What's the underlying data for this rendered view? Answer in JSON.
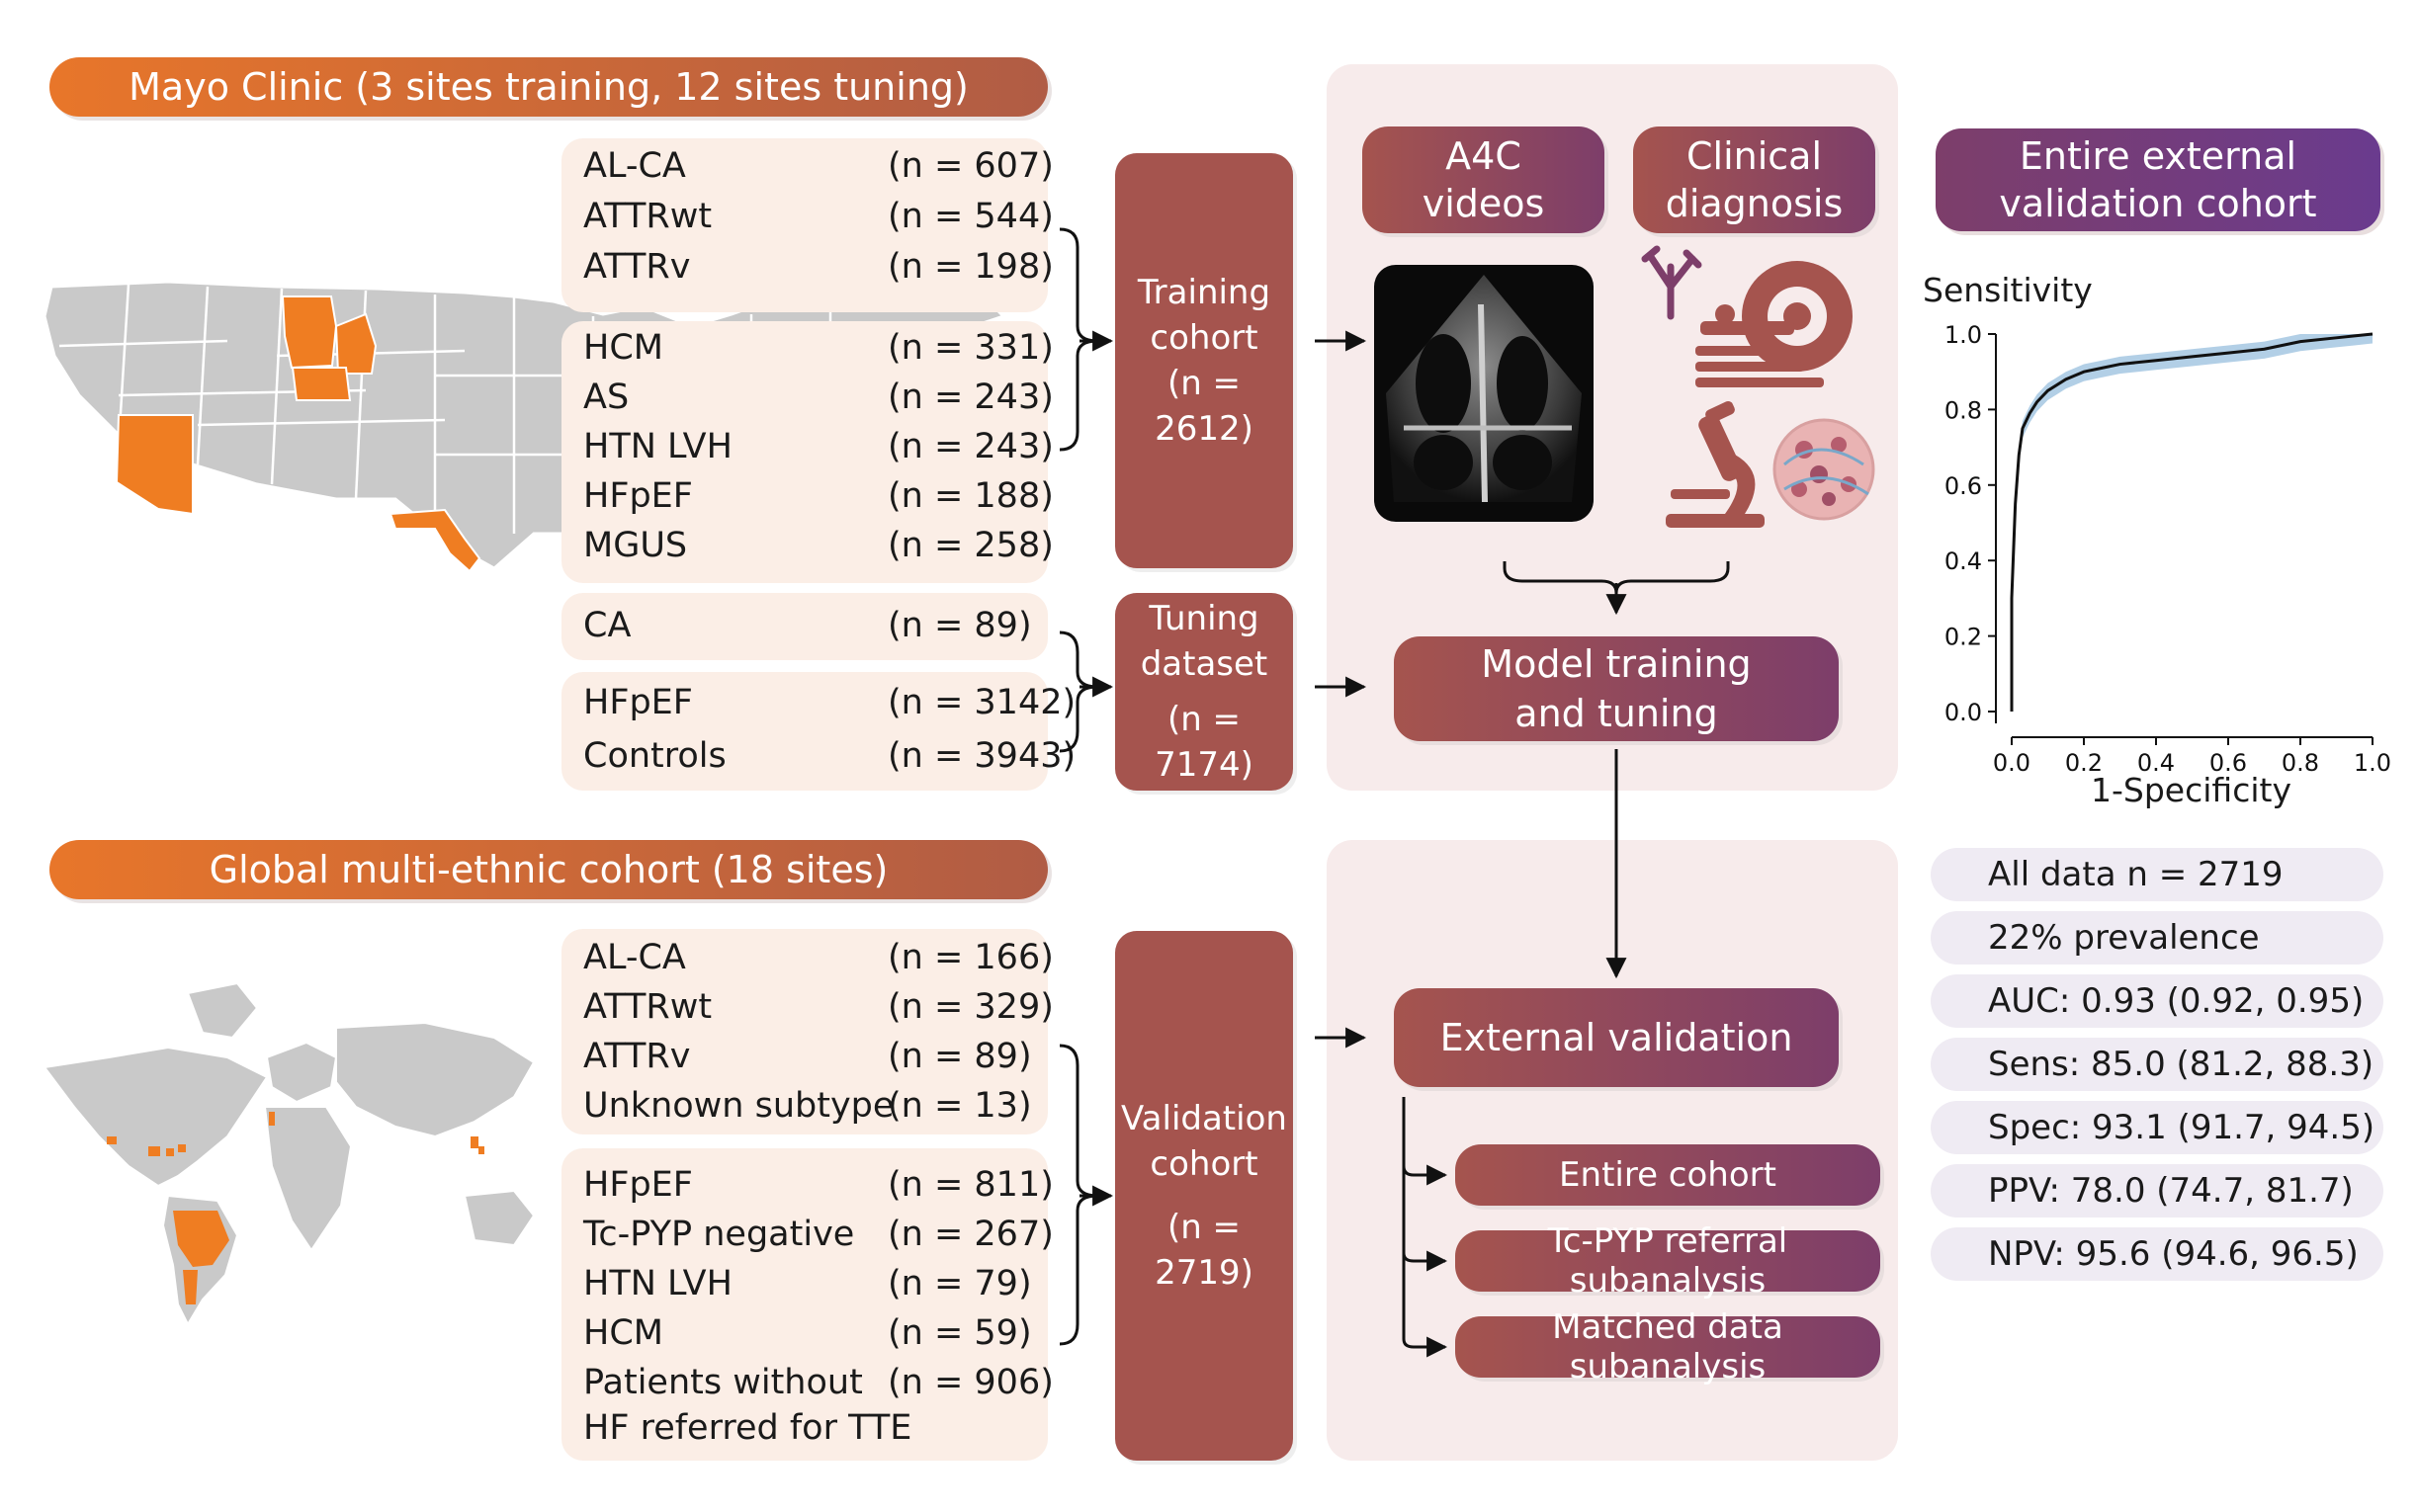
{
  "mayo": {
    "title": "Mayo Clinic (3 sites training, 12 sites tuning)",
    "group1": [
      {
        "label": "AL-CA",
        "n": "(n = 607)"
      },
      {
        "label": "ATTRwt",
        "n": "(n = 544)"
      },
      {
        "label": "ATTRv",
        "n": "(n = 198)"
      }
    ],
    "group2": [
      {
        "label": "HCM",
        "n": "(n = 331)"
      },
      {
        "label": "AS",
        "n": "(n = 243)"
      },
      {
        "label": "HTN LVH",
        "n": "(n = 243)"
      },
      {
        "label": "HFpEF",
        "n": "(n = 188)"
      },
      {
        "label": "MGUS",
        "n": "(n = 258)"
      }
    ],
    "group3": [
      {
        "label": "CA",
        "n": "(n = 89)"
      }
    ],
    "group4": [
      {
        "label": "HFpEF",
        "n": "(n = 3142)"
      },
      {
        "label": "Controls",
        "n": "(n = 3943)"
      }
    ],
    "training": {
      "l1": "Training",
      "l2": "cohort",
      "l3": "(n = 2612)"
    },
    "tuning": {
      "l1": "Tuning",
      "l2": "dataset",
      "l3": "(n = 7174)"
    }
  },
  "global": {
    "title": "Global multi-ethnic cohort (18 sites)",
    "group1": [
      {
        "label": "AL-CA",
        "n": "(n = 166)"
      },
      {
        "label": "ATTRwt",
        "n": "(n = 329)"
      },
      {
        "label": "ATTRv",
        "n": "(n = 89)"
      },
      {
        "label": "Unknown subtype",
        "n": "(n = 13)"
      }
    ],
    "group2": [
      {
        "label": "HFpEF",
        "n": "(n = 811)"
      },
      {
        "label": "Tc-PYP negative",
        "n": "(n = 267)"
      },
      {
        "label": "HTN LVH",
        "n": "(n = 79)"
      },
      {
        "label": "HCM",
        "n": "(n = 59)"
      },
      {
        "label": "Patients without",
        "n": "(n = 906)"
      },
      {
        "label": "HF referred for TTE",
        "n": ""
      }
    ],
    "validation": {
      "l1": "Validation",
      "l2": "cohort",
      "l3": "(n = 2719)"
    }
  },
  "pipeline": {
    "a4c": {
      "l1": "A4C",
      "l2": "videos"
    },
    "clinical": {
      "l1": "Clinical",
      "l2": "diagnosis"
    },
    "model": {
      "l1": "Model training",
      "l2": "and tuning"
    },
    "external": "External validation",
    "sub1": "Entire cohort",
    "sub2": "Tc-PYP referral subanalysis",
    "sub3": "Matched data subanalysis"
  },
  "roc": {
    "header": {
      "l1": "Entire external",
      "l2": "validation cohort"
    },
    "ylabel": "Sensitivity",
    "xlabel": "1-Specificity",
    "yticks": [
      "0.0",
      "0.2",
      "0.4",
      "0.6",
      "0.8",
      "1.0"
    ],
    "xticks": [
      "0.0",
      "0.2",
      "0.4",
      "0.6",
      "0.8",
      "1.0"
    ]
  },
  "chart_data": {
    "type": "line",
    "title": "",
    "xlabel": "1-Specificity",
    "ylabel": "Sensitivity",
    "xlim": [
      0,
      1
    ],
    "ylim": [
      0,
      1
    ],
    "series": [
      {
        "x": [
          0.0,
          0.0,
          0.01,
          0.02,
          0.03,
          0.05,
          0.07,
          0.1,
          0.15,
          0.2,
          0.25,
          0.3,
          0.4,
          0.5,
          0.6,
          0.7,
          0.8,
          0.9,
          0.95,
          1.0
        ],
        "y": [
          0.0,
          0.3,
          0.55,
          0.68,
          0.75,
          0.79,
          0.82,
          0.85,
          0.88,
          0.9,
          0.91,
          0.92,
          0.93,
          0.94,
          0.95,
          0.96,
          0.98,
          0.99,
          0.995,
          1.0
        ]
      }
    ]
  },
  "stats": [
    "All data n = 2719",
    "22% prevalence",
    "AUC: 0.93 (0.92, 0.95)",
    "Sens: 85.0 (81.2, 88.3)",
    "Spec: 93.1 (91.7, 94.5)",
    "PPV: 78.0 (74.7, 81.7)",
    "NPV: 95.6 (94.6, 96.5)"
  ],
  "colors": {
    "orange": "#e8762a",
    "brick": "#a5544e",
    "plum": "#7d3e6a",
    "violet": "#6a3b8e",
    "highlight": "#ef7d22",
    "map_gray": "#c8c8c8"
  }
}
